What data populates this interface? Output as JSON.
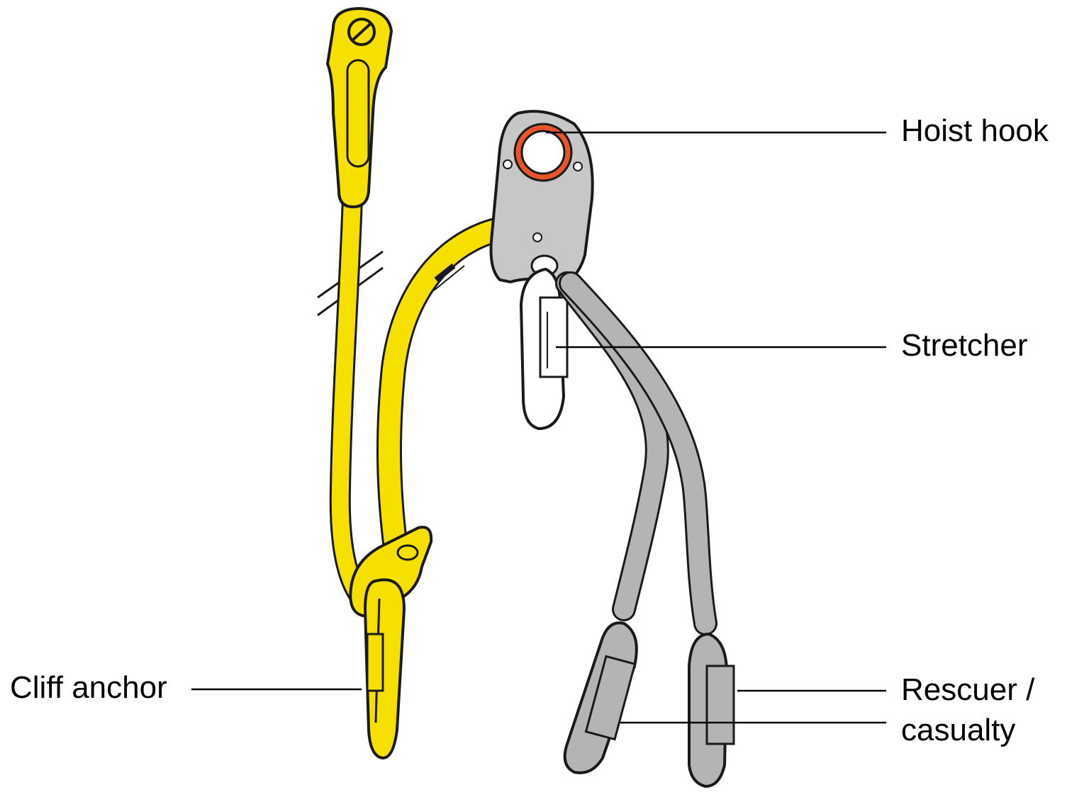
{
  "labels": {
    "hoist_hook": "Hoist hook",
    "stretcher": "Stretcher",
    "cliff_anchor": "Cliff anchor",
    "rescuer_line1": "Rescuer /",
    "rescuer_line2": "casualty"
  },
  "colors": {
    "yellow_rope": "#f5e000",
    "grey_sling": "#b4b4b4",
    "plate": "#c7c7c7",
    "hook_ring": "#e8552a",
    "outline": "#1a1a1a",
    "leader_line": "#000000"
  }
}
